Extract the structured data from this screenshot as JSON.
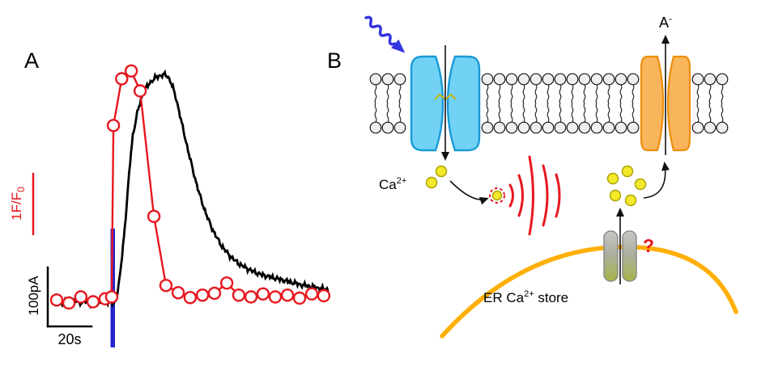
{
  "figure": {
    "panel_a_label": "A",
    "panel_b_label": "B"
  },
  "panel_a": {
    "fluorescence_scale_label": {
      "main": "1F/F",
      "sub": "0"
    },
    "current_scale_label": "100pA",
    "time_scale_label": "20s",
    "colors": {
      "fluorescence": "#E8171F",
      "current": "#000000",
      "stimulus": "#2424CE"
    }
  },
  "chart_data": {
    "type": "line",
    "title": "",
    "x_unit": "s",
    "layout": {
      "axes": "scale-bars-only",
      "grid": false,
      "legend": false
    },
    "scalebars": {
      "time_s": 20,
      "current_pA": 100,
      "fluorescence_dF_F0": 1
    },
    "stimulus": {
      "time_s": 27,
      "color": "#2424CE"
    },
    "series": [
      {
        "name": "fluorescence",
        "unit": "dF/F0",
        "color": "#E8171F",
        "marker": "open-circle",
        "x": [
          1.8,
          7.3,
          12.7,
          18.2,
          23.6,
          26.5,
          27.3,
          31,
          35.3,
          39.3,
          45.5,
          50.9,
          56.4,
          61.8,
          67.3,
          72.7,
          78.2,
          83.6,
          89.1,
          94.5,
          100,
          105.5,
          110.9,
          116.4,
          121.8
        ],
        "y": [
          0.05,
          0.0,
          0.1,
          0.02,
          0.07,
          0.1,
          2.93,
          3.7,
          3.83,
          3.5,
          1.43,
          0.29,
          0.17,
          0.09,
          0.13,
          0.16,
          0.33,
          0.13,
          0.1,
          0.15,
          0.1,
          0.13,
          0.08,
          0.15,
          0.12
        ]
      },
      {
        "name": "current",
        "unit": "pA",
        "color": "#000000",
        "marker": "none",
        "x": [
          0,
          2,
          4,
          6,
          8,
          10,
          12,
          14,
          16,
          18,
          20,
          22,
          24,
          26,
          27,
          28,
          29,
          30,
          31,
          32,
          33,
          34,
          35,
          36,
          38,
          40,
          42,
          44,
          46,
          48,
          50,
          51,
          52,
          53,
          54,
          55,
          56,
          57,
          58,
          60,
          62,
          64,
          66,
          68,
          70,
          72,
          74,
          76,
          78,
          80,
          82,
          84,
          86,
          88,
          90,
          92,
          94,
          96,
          98,
          100,
          102,
          104,
          106,
          108,
          110,
          112,
          114,
          116,
          118,
          120,
          122,
          124
        ],
        "y": [
          4,
          7,
          3,
          8,
          5,
          9,
          4,
          8,
          3,
          7,
          5,
          9,
          6,
          8,
          2,
          6,
          20,
          45,
          80,
          120,
          165,
          215,
          262,
          300,
          340,
          368,
          385,
          395,
          402,
          406,
          408,
          407,
          403,
          396,
          385,
          372,
          357,
          340,
          322,
          288,
          255,
          224,
          196,
          172,
          151,
          133,
          118,
          105,
          95,
          86,
          79,
          73,
          68,
          64,
          60,
          57,
          54,
          52,
          50,
          48,
          46,
          44,
          42,
          40,
          38,
          36,
          35,
          33,
          32,
          30,
          29,
          28
        ]
      }
    ]
  },
  "panel_b": {
    "ca_label": {
      "main": "Ca",
      "sup": "2+"
    },
    "anion_label": {
      "main": "A",
      "sup": "-"
    },
    "er_label": {
      "pre": "ER Ca",
      "sup": "2+",
      "post": " store"
    },
    "question_mark": "?",
    "colors": {
      "channel_blue": "#72D2F5",
      "channel_orange": "#F8B55C",
      "er_membrane": "#FFAF05",
      "ion_yellow": "#F4E82A",
      "signal_red": "#E8171F",
      "light_arrow_blue": "#3434E0"
    }
  }
}
